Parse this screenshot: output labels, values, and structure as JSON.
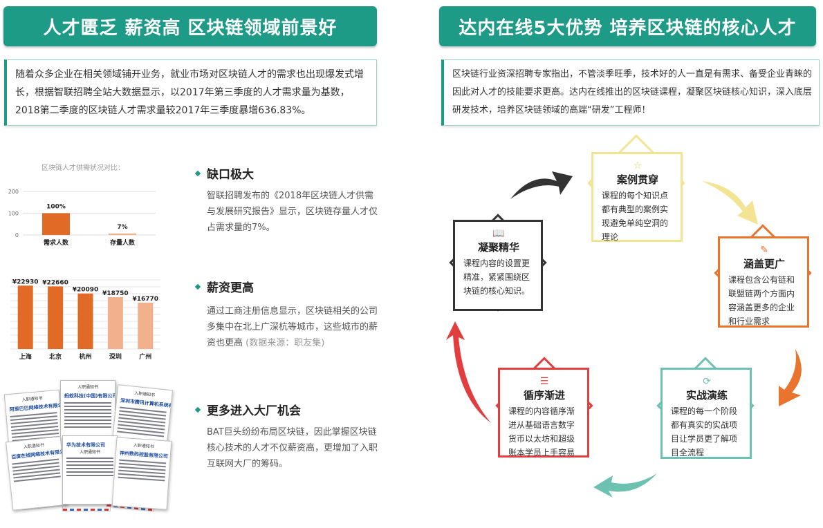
{
  "left": {
    "banner": "人才匮乏 薪资高 区块链领域前景好",
    "intro": "随着众多企业在相关领域铺开业务，就业市场对区块链人才的需求也出现爆发式增长，根据智联招聘全站大数据显示，以2017年第三季度的人才需求量为基数，2018第二季度的区块链人才需求量较2017年三季度暴增636.83%。",
    "sections": [
      {
        "title": "缺口极大",
        "body": "智联招聘发布的《2018年区块链人才供需与发展研究报告》显示，区块链存量人才仅占需求量的7%。"
      },
      {
        "title": "薪资更高",
        "body": "通过工商注册信息显示，区块链相关的公司多集中在北上广深杭等城市，这些城市的薪资也更高",
        "note": "(数据来源：职友集)"
      },
      {
        "title": "更多进入大厂机会",
        "body": "BAT巨头纷纷布局区块链，因此掌握区块链核心技术的人才不仅薪资高，更增加了入职互联网大厂的筹码。"
      }
    ],
    "docs": [
      {
        "head": "入职通知书",
        "company": "阿里巴巴网络技术有限公司"
      },
      {
        "head": "入职通知书",
        "company": "蚂蚁科技(中国)有限公司"
      },
      {
        "head": "入职通知书",
        "company": "深圳市腾讯计算机系统有限公司"
      },
      {
        "head": "入职通知书",
        "company": "百度在线网络技术有限公司"
      },
      {
        "head": "华为技术有限公司",
        "company": "入职通知书"
      },
      {
        "head": "入职通知书",
        "company": "神州数码控股有限公司"
      }
    ]
  },
  "chart_data": [
    {
      "type": "bar",
      "title": "区块链人才供需状况对比：",
      "categories": [
        "需求人数",
        "存量人数"
      ],
      "values": [
        100,
        7
      ],
      "data_labels": [
        "100%",
        "7%"
      ],
      "yticks": [
        "200",
        "100",
        "0"
      ],
      "ylim": [
        0,
        200
      ],
      "colors": [
        "#e06a26",
        "#f3b08d"
      ]
    },
    {
      "type": "bar",
      "categories": [
        "上海",
        "北京",
        "杭州",
        "深圳",
        "广州"
      ],
      "values": [
        22930,
        22660,
        20090,
        18750,
        16770
      ],
      "data_labels": [
        "¥22930",
        "¥22660",
        "¥20090",
        "¥18750",
        "¥16770"
      ],
      "ylim": [
        0,
        25000
      ],
      "colors": [
        "#e06a26",
        "#e06a26",
        "#e06a26",
        "#f3b08d",
        "#f3b08d"
      ]
    }
  ],
  "right": {
    "banner": "达内在线5大优势 培养区块链的核心人才",
    "intro": "区块链行业资深招聘专家指出，不管淡季旺季，技术好的人一直是有需求、备受企业青睐的因此对人才的技能要求更高。达内在线推出的区块链课程，凝聚区块链核心知识，深入底层研发技术，培养区块链领域的高端“研发”工程师！",
    "nodes": [
      {
        "title": "案例贯穿",
        "body": "课程的每个知识点都有典型的案例实现避免单纯空洞的理论",
        "color": "#f2e493",
        "icon": "document-star-icon"
      },
      {
        "title": "涵盖更广",
        "body": "课程包含公有链和联盟链两个方面内容涵盖更多的企业和行业需求",
        "color": "#e8742e",
        "icon": "edit-icon"
      },
      {
        "title": "实战演练",
        "body": "课程的每一个阶段都有真实的实战项目让学员更了解项目全流程",
        "color": "#6cc1b1",
        "icon": "refresh-icon"
      },
      {
        "title": "循序渐进",
        "body": "课程的内容循序渐进从基础语言数字货币以太坊和超级账本学员上手容易",
        "color": "#e23d3f",
        "icon": "database-icon"
      },
      {
        "title": "凝聚精华",
        "body": "课程内容的设置更精准，紧紧围绕区块链的核心知识。",
        "color": "#333333",
        "icon": "book-icon"
      }
    ]
  }
}
